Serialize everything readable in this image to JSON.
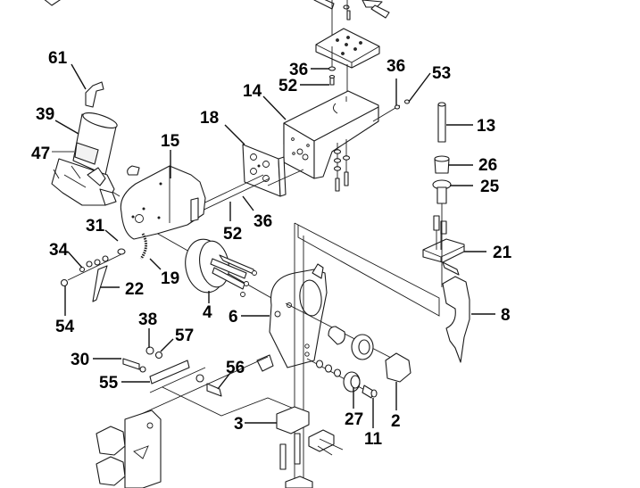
{
  "diagram": {
    "type": "exploded-parts-diagram",
    "callouts": [
      {
        "id": "61",
        "label": "61"
      },
      {
        "id": "39",
        "label": "39"
      },
      {
        "id": "47",
        "label": "47"
      },
      {
        "id": "15",
        "label": "15"
      },
      {
        "id": "18",
        "label": "18"
      },
      {
        "id": "14",
        "label": "14"
      },
      {
        "id": "36a",
        "label": "36"
      },
      {
        "id": "52a",
        "label": "52"
      },
      {
        "id": "36b",
        "label": "36"
      },
      {
        "id": "53",
        "label": "53"
      },
      {
        "id": "13",
        "label": "13"
      },
      {
        "id": "26",
        "label": "26"
      },
      {
        "id": "25",
        "label": "25"
      },
      {
        "id": "21",
        "label": "21"
      },
      {
        "id": "8",
        "label": "8"
      },
      {
        "id": "52b",
        "label": "52"
      },
      {
        "id": "36c",
        "label": "36"
      },
      {
        "id": "31",
        "label": "31"
      },
      {
        "id": "34",
        "label": "34"
      },
      {
        "id": "19",
        "label": "19"
      },
      {
        "id": "22",
        "label": "22"
      },
      {
        "id": "54",
        "label": "54"
      },
      {
        "id": "4",
        "label": "4"
      },
      {
        "id": "6",
        "label": "6"
      },
      {
        "id": "38",
        "label": "38"
      },
      {
        "id": "57",
        "label": "57"
      },
      {
        "id": "30",
        "label": "30"
      },
      {
        "id": "55",
        "label": "55"
      },
      {
        "id": "56",
        "label": "56"
      },
      {
        "id": "3",
        "label": "3"
      },
      {
        "id": "27",
        "label": "27"
      },
      {
        "id": "11",
        "label": "11"
      },
      {
        "id": "2",
        "label": "2"
      }
    ]
  }
}
